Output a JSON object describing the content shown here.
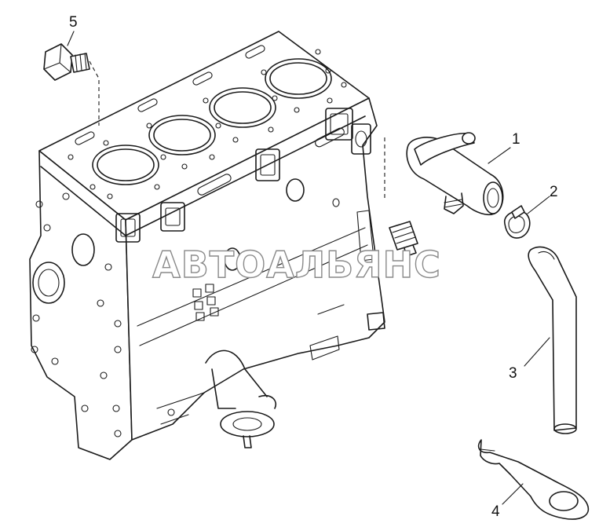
{
  "watermark": "АВТОАЛЬЯНС",
  "callouts": [
    {
      "id": "1",
      "label": "1"
    },
    {
      "id": "2",
      "label": "2"
    },
    {
      "id": "3",
      "label": "3"
    },
    {
      "id": "4",
      "label": "4"
    },
    {
      "id": "5",
      "label": "5"
    }
  ]
}
